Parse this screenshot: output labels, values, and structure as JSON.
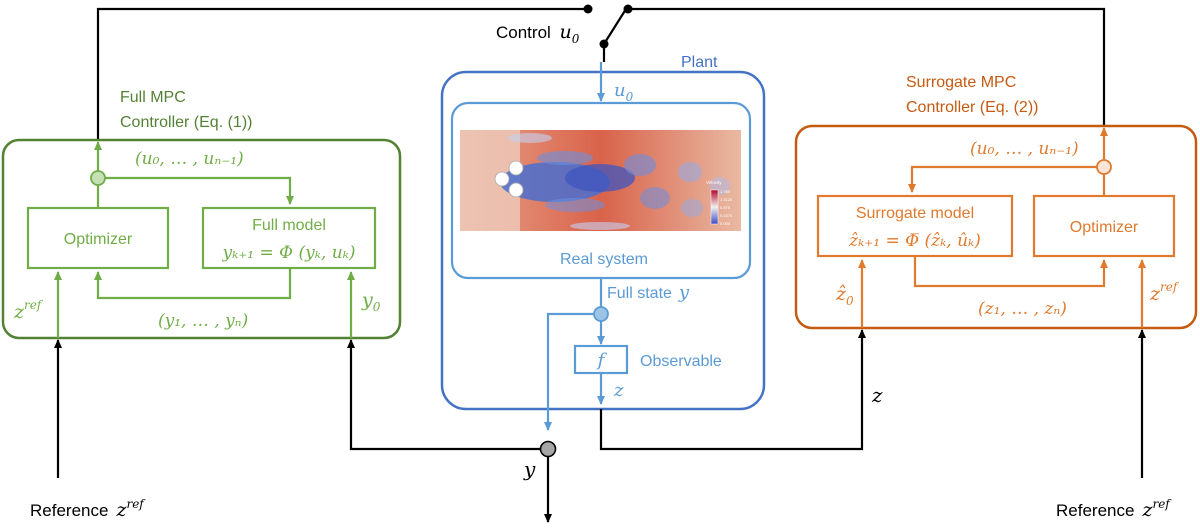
{
  "colors": {
    "green": "#70ad47",
    "green_dark": "#548235",
    "green_fill": "#c5e0b4",
    "blue": "#4472c4",
    "blue_light": "#5b9bd5",
    "blue_fill": "#9dc3e6",
    "orange": "#e07a2e",
    "orange_dark": "#c55a11",
    "orange_fill": "#fbe5d6",
    "black": "#000000",
    "gray_fill": "#a6a6a6"
  },
  "switch": {
    "label": "Control",
    "symbol": "u",
    "subscript": "0"
  },
  "plant": {
    "title": "Plant",
    "input_symbol": "u",
    "input_subscript": "0",
    "real_system_label": "Real system",
    "full_state_label": "Full state",
    "full_state_symbol": "y",
    "observable_label": "Observable",
    "observable_symbol": "f",
    "output_symbol": "z",
    "colorbar_title": "Velocity",
    "colorbar_ticks": [
      "1.780",
      "1.3125",
      "0.875",
      "0.4375",
      "0.000"
    ]
  },
  "full_mpc": {
    "title_line1": "Full MPC",
    "title_line2": "Controller (Eq. (1))",
    "optimizer_label": "Optimizer",
    "model_label": "Full model",
    "model_equation": "yₖ₊₁ = Φ (yₖ, uₖ)",
    "control_sequence": "(u₀, … , uₙ₋₁)",
    "state_sequence": "(y₁, … , yₙ)",
    "ref_symbol": "z",
    "ref_sup": "ref",
    "init_symbol": "y",
    "init_sub": "0"
  },
  "surrogate_mpc": {
    "title_line1": "Surrogate MPC",
    "title_line2": "Controller (Eq. (2))",
    "optimizer_label": "Optimizer",
    "model_label": "Surrogate model",
    "model_equation": "ẑₖ₊₁ = Φ̅ (ẑₖ, ûₖ)",
    "control_sequence": "(u₀, … , uₙ₋₁)",
    "state_sequence": "(z₁, … , zₙ)",
    "ref_symbol": "z",
    "ref_sup": "ref",
    "init_symbol": "ẑ",
    "init_sub": "0"
  },
  "signals": {
    "y_label": "y",
    "z_label": "z"
  },
  "references": {
    "left_label": "Reference",
    "right_label": "Reference",
    "symbol": "z",
    "sup": "ref"
  }
}
